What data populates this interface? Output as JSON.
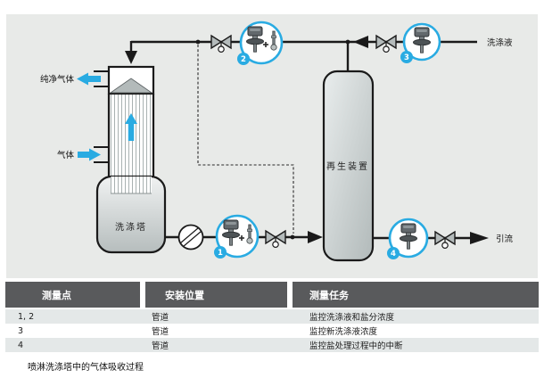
{
  "colors": {
    "accent_cyan": "#29abe2",
    "panel_bg": "#e8eae8",
    "line_black": "#1a1a1a",
    "table_header_bg": "#595a5c",
    "table_row_alt_bg": "#e4e8e8"
  },
  "diagram": {
    "labels": {
      "pure_gas": "纯净气体",
      "gas": "气体",
      "scrubber_tower": "洗涤塔",
      "regenerator": "再生装置",
      "washing_liquid": "洗涤液",
      "drain": "引流"
    },
    "badges": {
      "s1": "1",
      "s2": "2",
      "s3": "3",
      "s4": "4"
    }
  },
  "table": {
    "headers": [
      "测量点",
      "安装位置",
      "测量任务"
    ],
    "rows": [
      [
        "1, 2",
        "管道",
        "监控洗涤液和盐分浓度"
      ],
      [
        "3",
        "管道",
        "监控新洗涤液浓度"
      ],
      [
        "4",
        "管道",
        "监控盐处理过程中的中断"
      ]
    ]
  },
  "caption": "喷淋洗涤塔中的气体吸收过程"
}
